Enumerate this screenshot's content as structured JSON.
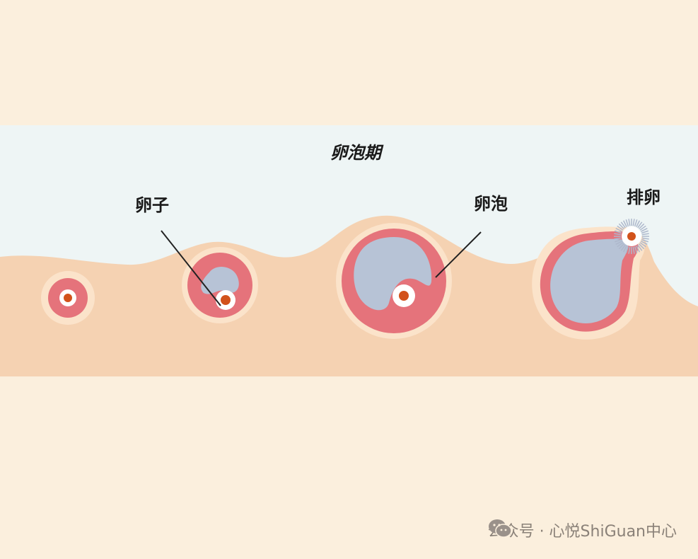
{
  "diagram": {
    "title": "卵泡期",
    "labels": {
      "egg": "卵子",
      "follicle": "卵泡",
      "ovulation": "排卵"
    }
  },
  "watermark": {
    "icon": "wechat-icon",
    "text": "公众号 · 心悦ShiGuan中心"
  },
  "colors": {
    "background": "#fbefdd",
    "sky": "#eef5f5",
    "tissue": "#f5d2b2",
    "follicle_halo": "#fbe3ca",
    "follicle_ring": "#e5737b",
    "follicle_fill": "#b7c3d6",
    "egg_white": "#ffffff",
    "egg_nucleus": "#d2521b"
  }
}
